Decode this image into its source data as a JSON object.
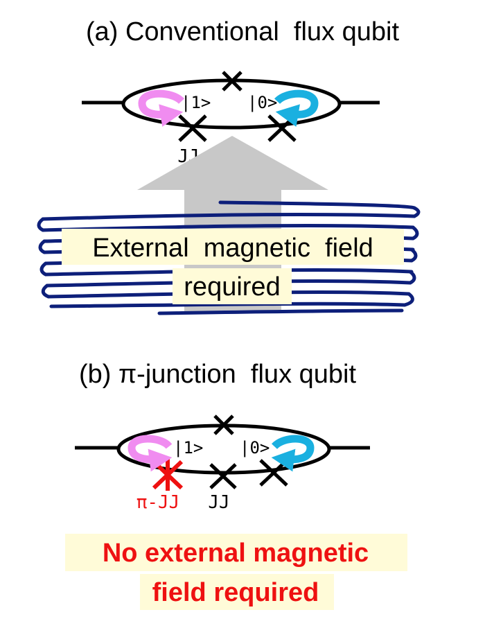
{
  "panel_a": {
    "title": "(a) Conventional  flux qubit",
    "state_one": "|1>",
    "state_zero": "|0>",
    "jj_label": "JJ",
    "field_line1": "External  magnetic  field",
    "field_line2": "required"
  },
  "panel_b": {
    "title": "(b) π-junction  flux qubit",
    "state_one": "|1>",
    "state_zero": "|0>",
    "pi_jj_label": "π-JJ",
    "jj_label": "JJ",
    "note_line1": "No external magnetic",
    "note_line2": "field required"
  },
  "colors": {
    "loop": "#000000",
    "pink_arrow": "#f08cf0",
    "cyan_arrow": "#1ab0e0",
    "coil": "#0d1f7a",
    "field_arrow": "#c8c8c8",
    "label_bg": "#fffbd8",
    "pi_junction": "#ee1111",
    "note_text": "#ee1111"
  }
}
